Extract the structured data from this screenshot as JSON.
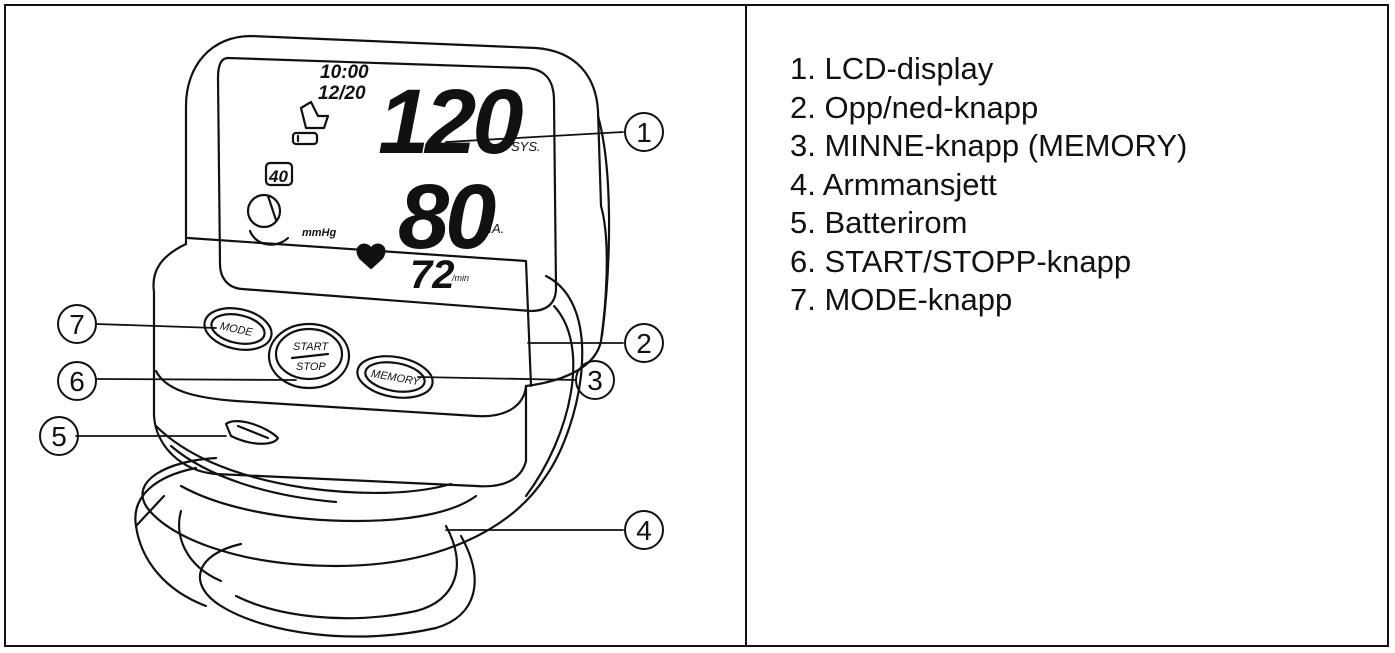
{
  "device": {
    "lcd": {
      "time": "10:00",
      "date": "12/20",
      "memory_number": "40",
      "unit": "mmHg",
      "systolic": "120",
      "systolic_label": "SYS.",
      "diastolic": "80",
      "diastolic_label": "DIA.",
      "pulse": "72",
      "pulse_unit": "/min"
    },
    "buttons": {
      "mode": "MODE",
      "start": "START",
      "stop": "STOP",
      "memory": "MEMORY"
    }
  },
  "callouts": [
    "1",
    "2",
    "3",
    "4",
    "5",
    "6",
    "7"
  ],
  "legend": [
    "1. LCD-display",
    "2. Opp/ned-knapp",
    "3. MINNE-knapp (MEMORY)",
    "4. Armmansjett",
    "5. Batterirom",
    "6. START/STOPP-knapp",
    "7. MODE-knapp"
  ],
  "colors": {
    "line": "#111111",
    "background": "#ffffff"
  }
}
